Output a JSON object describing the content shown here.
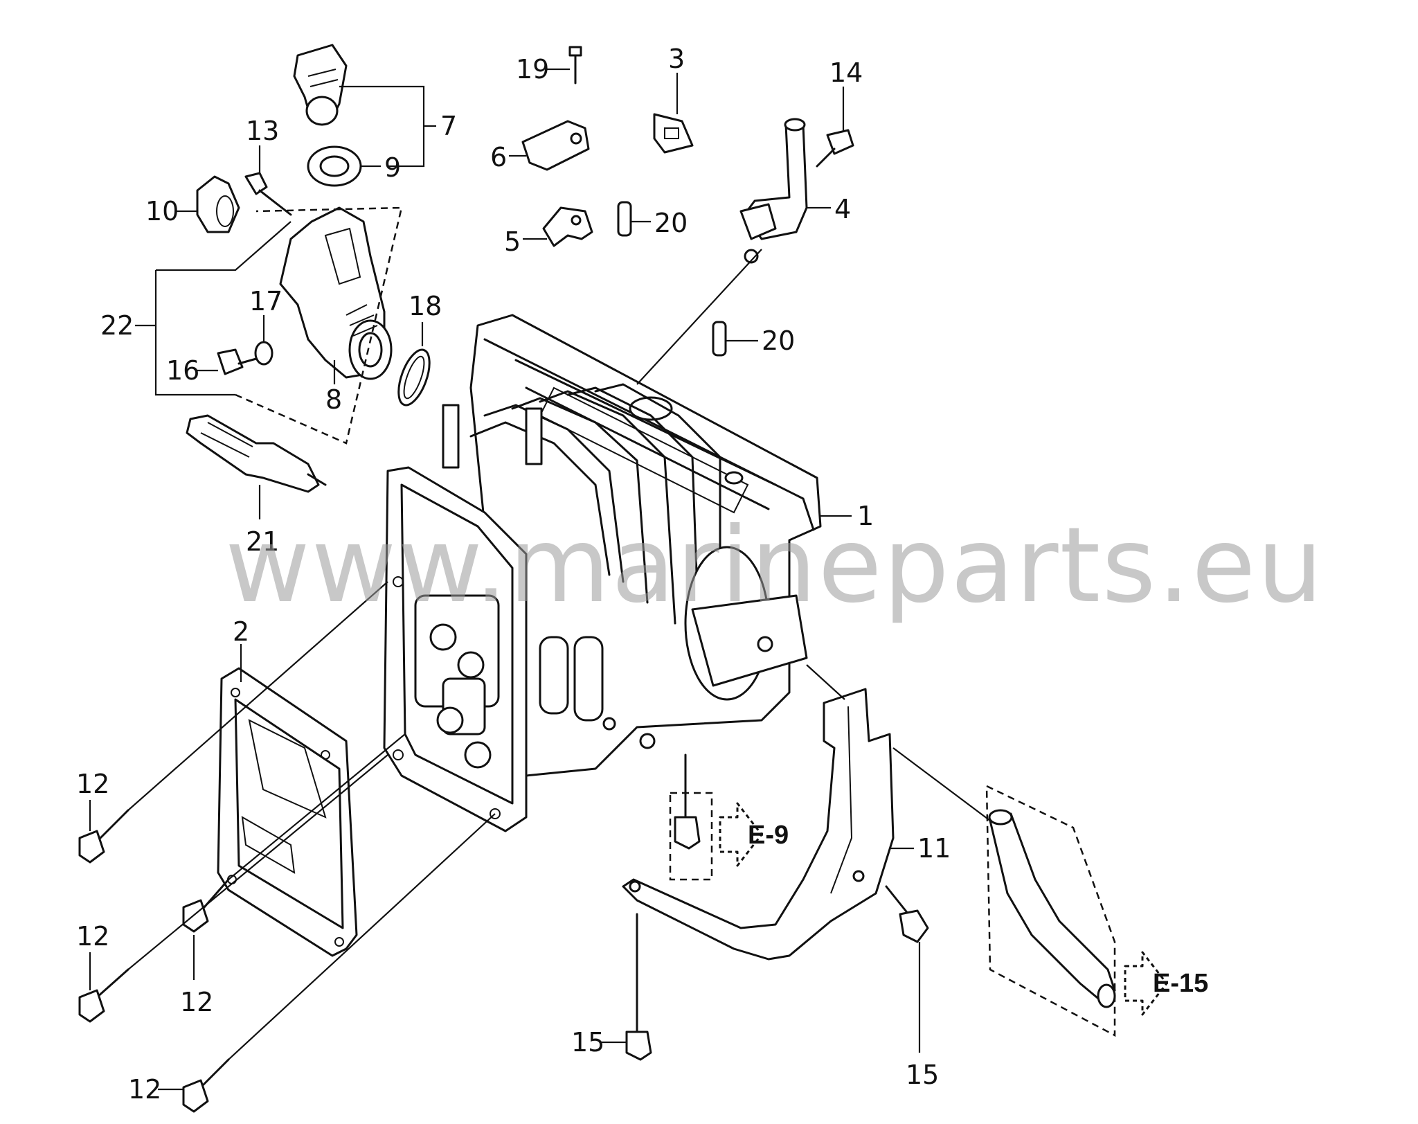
{
  "watermark": "www.marineparts.eu",
  "callouts": {
    "c1": "1",
    "c2": "2",
    "c3": "3",
    "c4": "4",
    "c5": "5",
    "c6": "6",
    "c7": "7",
    "c8": "8",
    "c9": "9",
    "c10": "10",
    "c11": "11",
    "c12a": "12",
    "c12b": "12",
    "c12c": "12",
    "c12d": "12",
    "c13": "13",
    "c14": "14",
    "c15a": "15",
    "c15b": "15",
    "c16": "16",
    "c17": "17",
    "c18": "18",
    "c19": "19",
    "c20a": "20",
    "c20b": "20",
    "c21": "21",
    "c22": "22"
  },
  "references": {
    "e9": "E-9",
    "e15": "E-15"
  }
}
